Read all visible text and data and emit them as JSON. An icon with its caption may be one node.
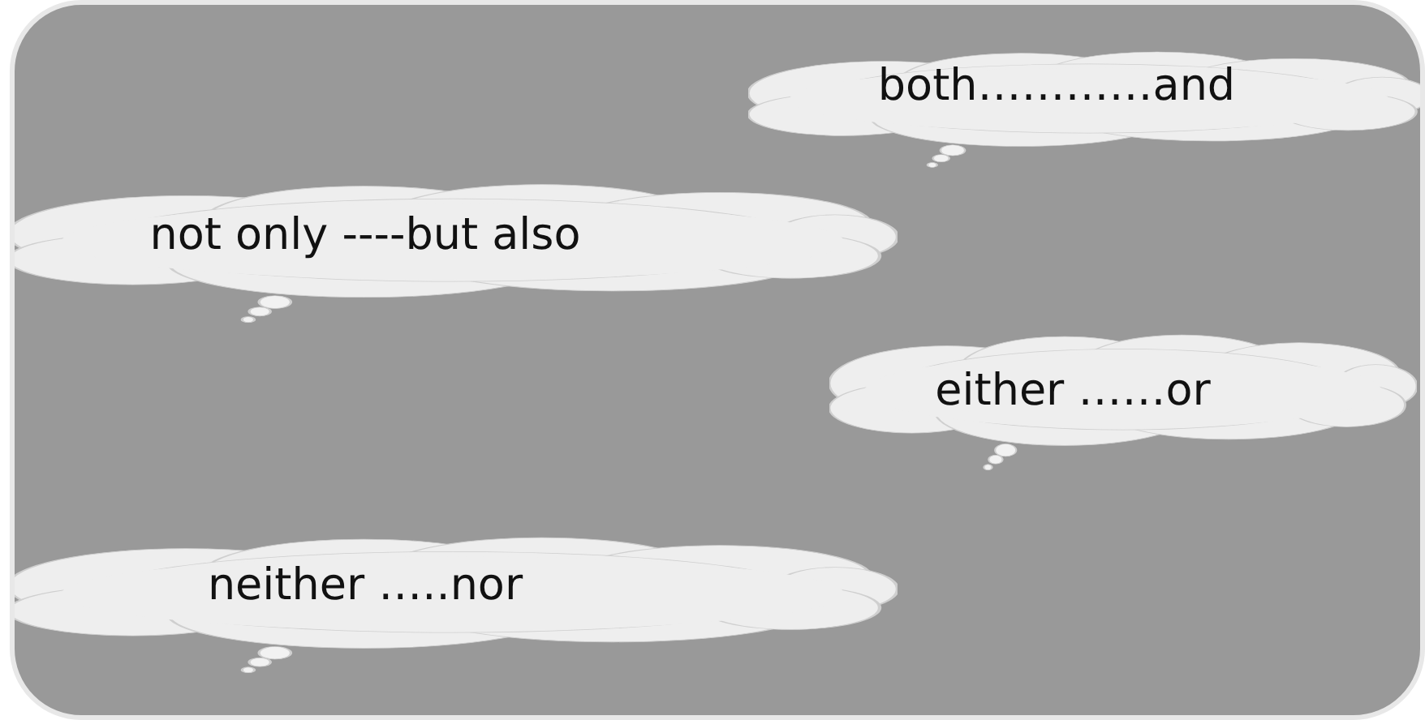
{
  "diagram": {
    "nodes": [
      {
        "text": [],
        "shape": "box"
      },
      {
        "text": [
          "both…………and"
        ],
        "in": 0
      },
      {
        "text": [
          "not only ----but also"
        ],
        "in": 0
      },
      {
        "text": [
          "either ……or"
        ],
        "in": 0
      },
      {
        "text": [
          "neither …..nor"
        ],
        "in": 0
      }
    ]
  }
}
